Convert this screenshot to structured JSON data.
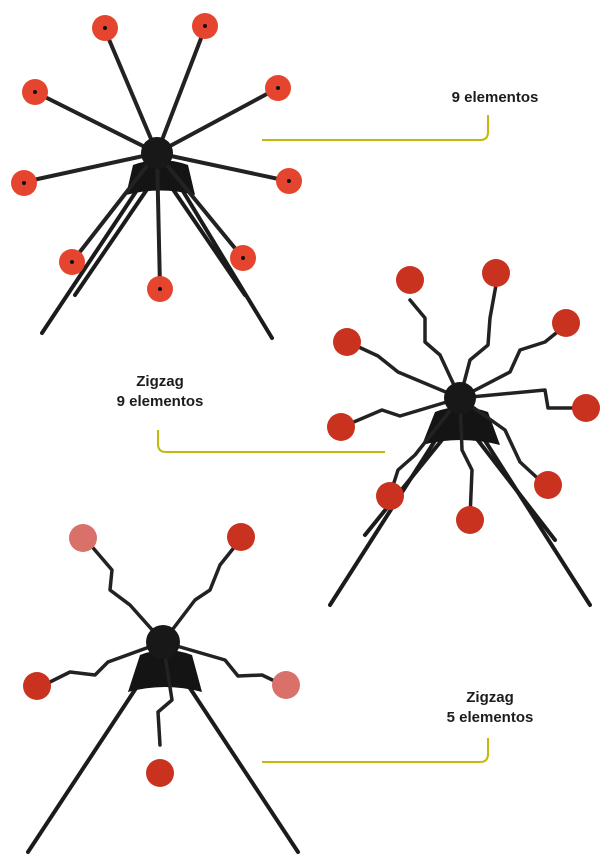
{
  "colors": {
    "connector": "#c3b80b",
    "frame": "#1b1b1b",
    "target_bright": "#e5452e",
    "target_dark": "#c8321e",
    "target_faded": "#d9706a"
  },
  "products": [
    {
      "caption_lines": [
        "9 elementos"
      ],
      "arm_style": "straight",
      "target_count": 9
    },
    {
      "caption_lines": [
        "Zigzag",
        "9 elementos"
      ],
      "arm_style": "zigzag",
      "target_count": 9
    },
    {
      "caption_lines": [
        "Zigzag",
        "5 elementos"
      ],
      "arm_style": "zigzag",
      "target_count": 5
    }
  ]
}
